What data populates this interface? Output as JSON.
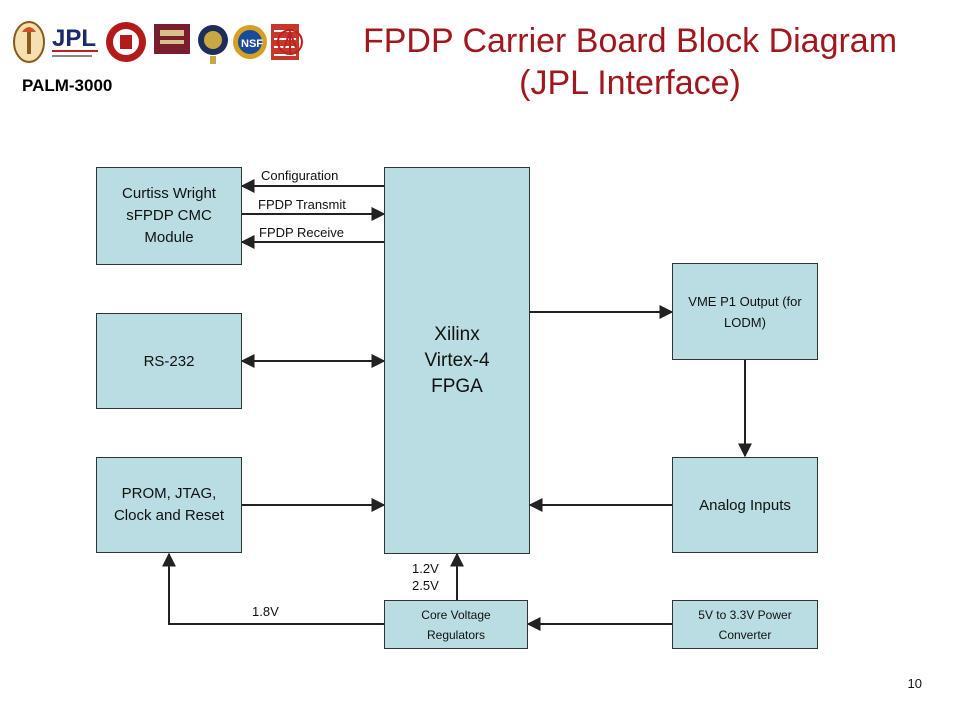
{
  "header": {
    "project": "PALM-3000",
    "title_line1": "FPDP Carrier Board Block Diagram",
    "title_line2": "(JPL Interface)",
    "logos": [
      "caltech-seal-icon",
      "jpl-logo-icon",
      "cornell-seal-icon",
      "oxford-logo-icon",
      "seal-icon",
      "nsf-logo-icon",
      "american-museum-natural-history-logo-icon",
      "palomar-logo-icon"
    ]
  },
  "blocks": {
    "curtiss": "Curtiss Wright sFPDP CMC Module",
    "rs232": "RS-232",
    "prom": "PROM, JTAG, Clock and Reset",
    "fpga": "Xilinx Virtex-4 FPGA",
    "vme": "VME P1 Output (for LODM)",
    "analog": "Analog Inputs",
    "core_voltage": "Core Voltage Regulators",
    "power_conv": "5V to 3.3V Power Converter"
  },
  "signals": {
    "configuration": "Configuration",
    "fpdp_transmit": "FPDP Transmit",
    "fpdp_receive": "FPDP Receive",
    "v_core_1": "1.2V",
    "v_core_2": "2.5V",
    "v_prom": "1.8V"
  },
  "footer": {
    "page_number": "10"
  },
  "colors": {
    "title": "#a0181e",
    "block_fill": "#b9dde2",
    "line": "#222222"
  }
}
